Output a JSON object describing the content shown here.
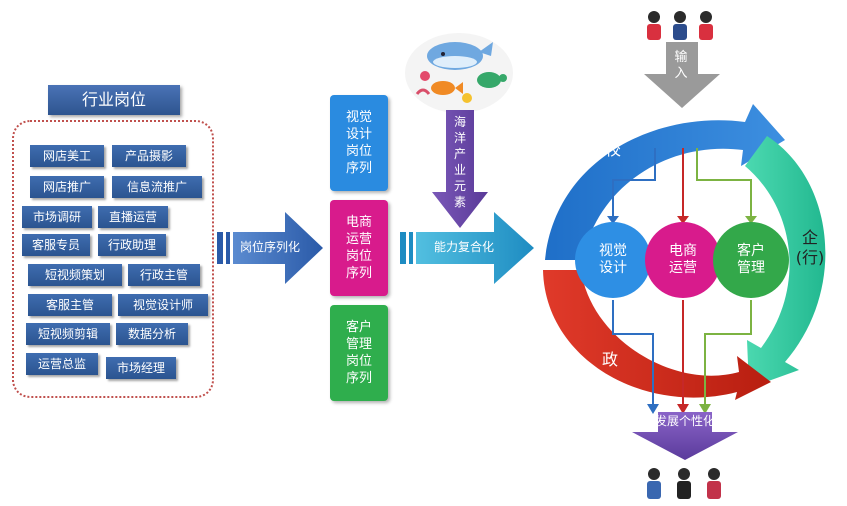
{
  "left_panel": {
    "title": "行业岗位",
    "tags": [
      "网店美工",
      "产品摄影",
      "网店推广",
      "信息流推广",
      "市场调研",
      "直播运营",
      "客服专员",
      "行政助理",
      "短视频策划",
      "行政主管",
      "客服主管",
      "视觉设计师",
      "短视频剪辑",
      "数据分析",
      "运营总监",
      "市场经理"
    ]
  },
  "arrow1_label": "岗位序列化",
  "sequences": [
    {
      "label": "视觉设计岗位序列",
      "color": "#2a8be0"
    },
    {
      "label": "电商运营岗位序列",
      "color": "#d81b8c"
    },
    {
      "label": "客户管理岗位序列",
      "color": "#2fae4d"
    }
  ],
  "ocean_label": "海洋产业元素",
  "arrow2_label": "能力复合化",
  "input_label": "输入",
  "cycle": {
    "school": "校",
    "enterprise": "企(行)",
    "government": "政",
    "circles": [
      {
        "label": "视觉设计",
        "color": "#2e8fe4"
      },
      {
        "label": "电商运营",
        "color": "#d81b8c"
      },
      {
        "label": "客户管理",
        "color": "#33a84a"
      }
    ]
  },
  "output_label": "发展个性化",
  "icons": [
    "ocean-creatures-icon",
    "students-icon",
    "graduates-icon"
  ]
}
